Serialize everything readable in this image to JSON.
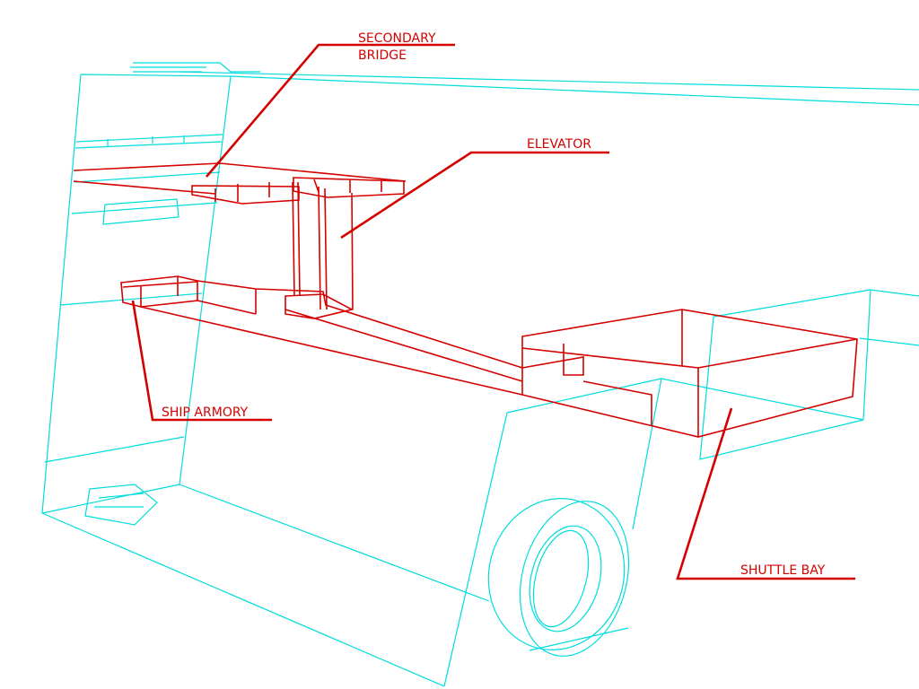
{
  "labels": {
    "secondary_bridge_line1": "SECONDARY",
    "secondary_bridge_line2": "BRIDGE",
    "elevator": "ELEVATOR",
    "ship_armory": "SHIP ARMORY",
    "shuttle_bay": "SHUTTLE BAY"
  },
  "colors": {
    "hull": "#00dcdc",
    "highlight": "#d40000"
  }
}
